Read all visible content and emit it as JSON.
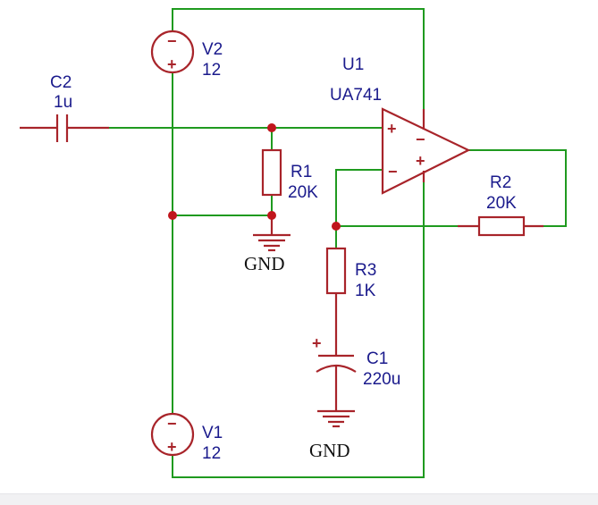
{
  "labels": {
    "u1_ref": "U1",
    "u1_part": "UA741",
    "v2_ref": "V2",
    "v2_val": "12",
    "v1_ref": "V1",
    "v1_val": "12",
    "c2_ref": "C2",
    "c2_val": "1u",
    "r1_ref": "R1",
    "r1_val": "20K",
    "r2_ref": "R2",
    "r2_val": "20K",
    "r3_ref": "R3",
    "r3_val": "1K",
    "c1_ref": "C1",
    "c1_val": "220u",
    "gnd1": "GND",
    "gnd2": "GND"
  },
  "symbols": {
    "minus": "−",
    "plus": "+"
  },
  "colors": {
    "wire": "#1f9a1f",
    "component": "#a8242a",
    "junction": "#c0161c",
    "label": "#1a1a8c"
  }
}
